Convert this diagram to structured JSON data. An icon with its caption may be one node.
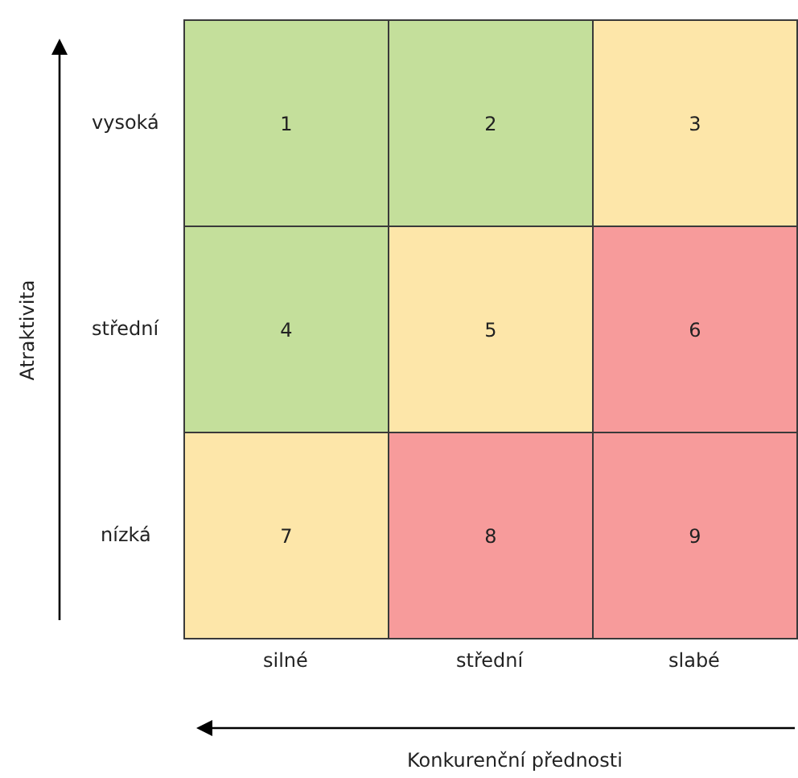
{
  "diagram": {
    "nodes": [
      {
        "text": [
          "1"
        ]
      },
      {
        "text": [
          "2"
        ]
      },
      {
        "text": [
          "3"
        ]
      },
      {
        "text": [
          "4"
        ]
      },
      {
        "text": [
          "5"
        ]
      },
      {
        "text": [
          "6"
        ]
      },
      {
        "text": [
          "7"
        ]
      },
      {
        "text": [
          "8"
        ]
      },
      {
        "text": [
          "9"
        ]
      }
    ],
    "labels": [
      "Atraktivita",
      "vysoká",
      "střední",
      "nízká",
      "silné",
      "střední",
      "slabé",
      "Konkurenční přednosti"
    ]
  }
}
